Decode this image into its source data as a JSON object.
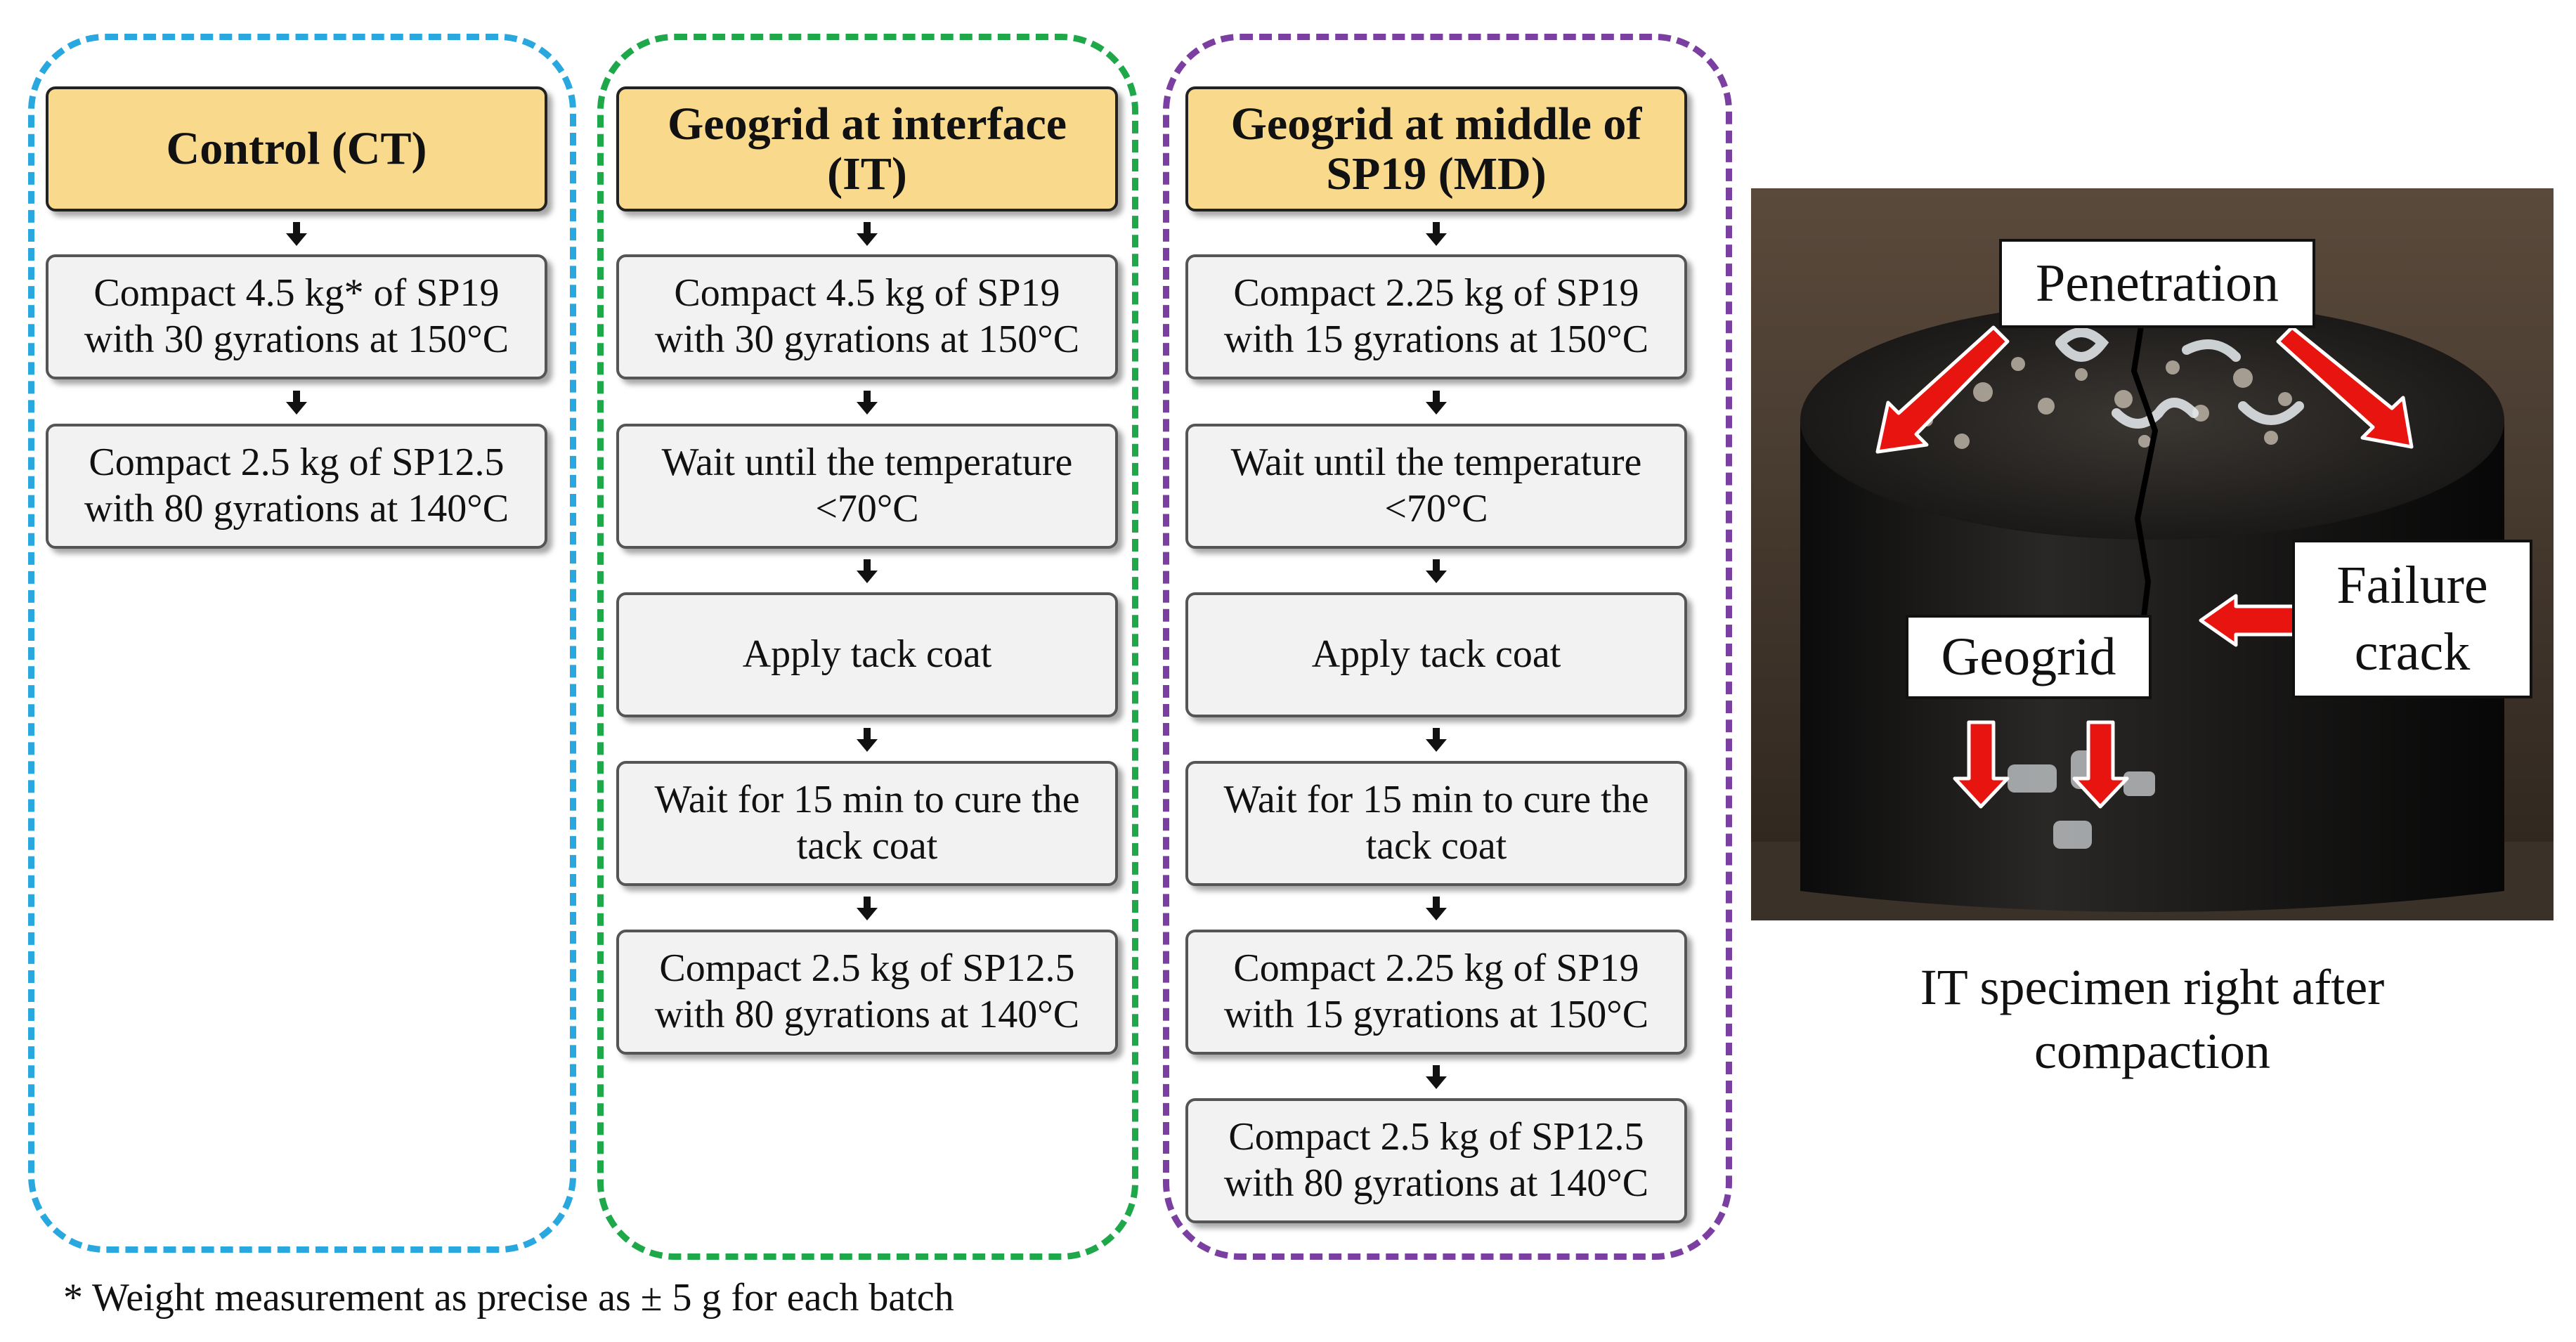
{
  "columns": [
    {
      "header": [
        "Control (CT)"
      ],
      "steps": [
        [
          "Compact 4.5 kg* of SP19",
          "with 30 gyrations at 150°C"
        ],
        [
          "Compact 2.5 kg of SP12.5",
          "with 80 gyrations at 140°C"
        ]
      ]
    },
    {
      "header": [
        "Geogrid at interface",
        "(IT)"
      ],
      "steps": [
        [
          "Compact 4.5 kg of SP19",
          "with 30 gyrations at 150°C"
        ],
        [
          "Wait until the temperature",
          "<70°C"
        ],
        [
          "Apply tack coat"
        ],
        [
          "Wait for 15 min to cure the",
          "tack coat"
        ],
        [
          "Compact 2.5 kg of SP12.5",
          "with 80 gyrations at 140°C"
        ]
      ]
    },
    {
      "header": [
        "Geogrid at middle of",
        "SP19 (MD)"
      ],
      "steps": [
        [
          "Compact 2.25 kg of SP19",
          "with 15 gyrations at 150°C"
        ],
        [
          "Wait until the temperature",
          "<70°C"
        ],
        [
          "Apply tack coat"
        ],
        [
          "Wait for 15 min to cure the",
          "tack coat"
        ],
        [
          "Compact 2.25 kg of SP19",
          "with 15 gyrations at 150°C"
        ],
        [
          "Compact 2.5 kg of SP12.5",
          "with 80 gyrations at 140°C"
        ]
      ]
    }
  ],
  "footnote": "* Weight measurement as precise as ± 5 g for each batch",
  "photo": {
    "labels": {
      "penetration": [
        "Penetration"
      ],
      "failure_crack": [
        "Failure",
        "crack"
      ],
      "geogrid": [
        "Geogrid"
      ]
    },
    "caption": [
      "IT specimen right after",
      "compaction"
    ]
  },
  "colors": {
    "ct_border": "#29a8e0",
    "it_border": "#1fa84a",
    "md_border": "#7a3fa0",
    "header_fill": "#f9da8c",
    "step_fill": "#f2f2f2",
    "arrow_red": "#e8140f"
  }
}
